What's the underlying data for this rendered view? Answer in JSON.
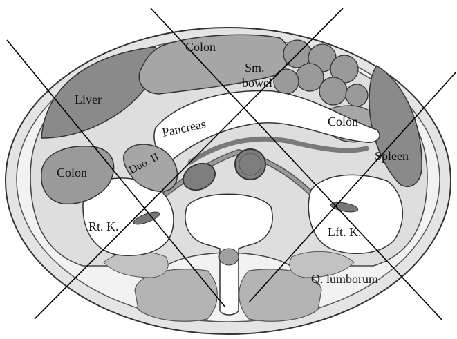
{
  "labels": {
    "colon_top": "Colon",
    "sm_bowel_line1": "Sm.",
    "sm_bowel_line2": "bowel",
    "liver": "Liver",
    "pancreas": "Pancreas",
    "colon_right": "Colon",
    "colon_left": "Colon",
    "spleen": "Spleen",
    "duo_ii": "Duo. II",
    "rt_k": "Rt. K.",
    "lft_k": "Lft. K.",
    "q_lumborum": "Q. lumborum"
  },
  "colors": {
    "skin_outer": "#e4e4e4",
    "fat": "#f2f2f2",
    "cavity": "#dedede",
    "organ_dark": "#8a8a8a",
    "organ_mid": "#a6a6a6",
    "bowel": "#9a9a9a",
    "muscle": "#b4b4b4",
    "white": "#ffffff",
    "outline": "#333333",
    "cross_line": "#000000"
  }
}
